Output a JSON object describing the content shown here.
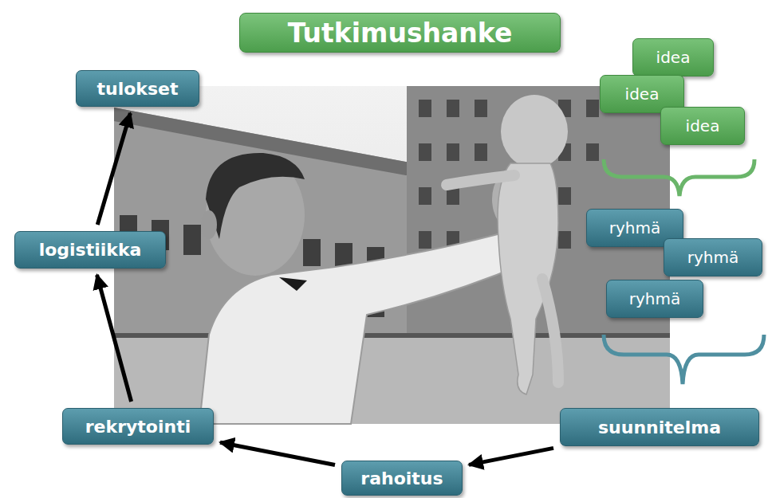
{
  "diagram": {
    "title": "Tutkimushanke",
    "nodes": [
      {
        "text": [
          "tulokset"
        ]
      },
      {
        "text": [
          "idea"
        ]
      },
      {
        "text": [
          "idea"
        ]
      },
      {
        "text": [
          "idea"
        ]
      },
      {
        "text": [
          "logistiikka"
        ]
      },
      {
        "text": [
          "ryhmä"
        ]
      },
      {
        "text": [
          "ryhmä"
        ]
      },
      {
        "text": [
          "ryhmä"
        ]
      },
      {
        "text": [
          "rekrytointi"
        ]
      },
      {
        "text": [
          "suunnitelma"
        ]
      },
      {
        "text": [
          "rahoitus"
        ]
      }
    ],
    "edges": [
      {
        "from": 9,
        "to": 10,
        "arrow": "to"
      },
      {
        "from": 10,
        "to": 8,
        "arrow": "to"
      },
      {
        "from": 8,
        "to": 4,
        "arrow": "to"
      },
      {
        "from": 4,
        "to": 0,
        "arrow": "to"
      }
    ]
  }
}
